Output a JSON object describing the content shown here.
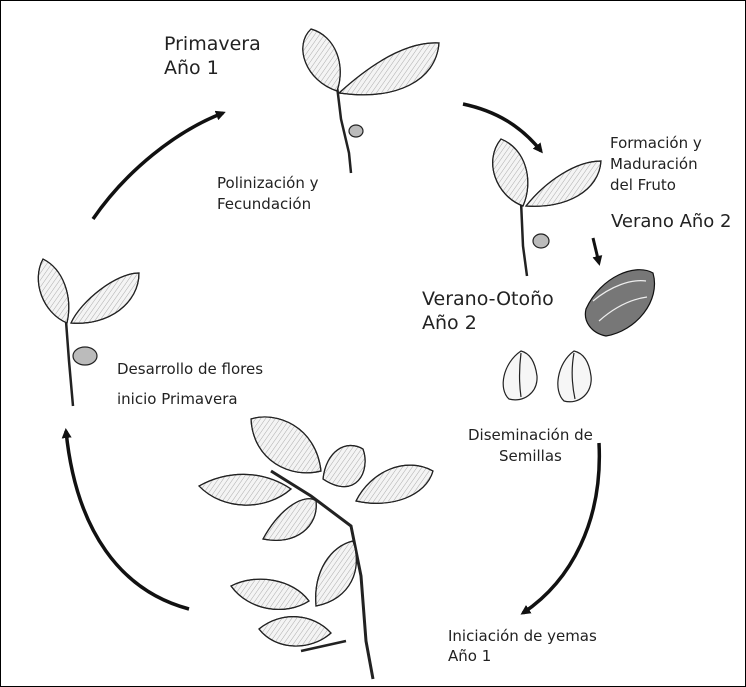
{
  "diagram": {
    "stages": {
      "primavera": {
        "line1": "Primavera",
        "line2": "Año 1"
      },
      "polinizacion": {
        "line1": "Polinización y",
        "line2": "Fecundación"
      },
      "formacion": {
        "line1": "Formación y",
        "line2": "Maduración",
        "line3": "del Fruto"
      },
      "verano": {
        "text": "Verano Año 2"
      },
      "verano_otono": {
        "line1": "Verano-Otoño",
        "line2": "Año 2"
      },
      "diseminacion": {
        "line1": "Diseminación de",
        "line2": "Semillas"
      },
      "desarrollo": {
        "line1": "Desarrollo de flores",
        "line2": "inicio Primavera"
      },
      "iniciacion": {
        "line1": "Iniciación de yemas",
        "line2": "Año 1"
      }
    },
    "colors": {
      "ink": "#111111",
      "leaf_fill": "#f4f4f4",
      "text": "#222222"
    }
  }
}
